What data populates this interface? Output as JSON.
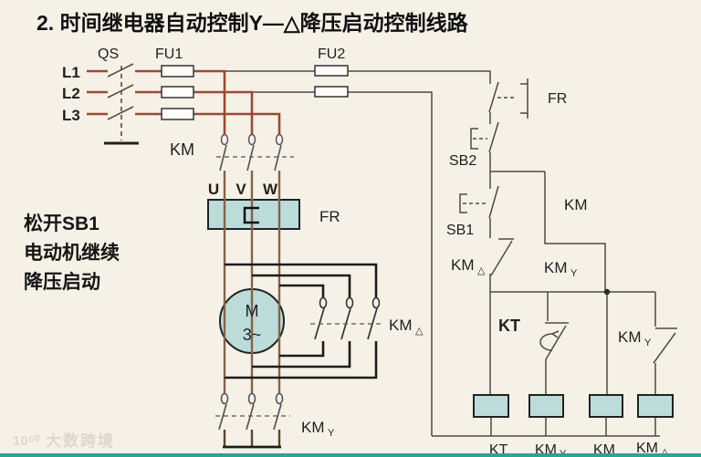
{
  "title": "2. 时间继电器自动控制Y—△降压启动控制线路",
  "side_note": {
    "line1": "松开SB1",
    "line2": "电动机继续",
    "line3": "降压启动"
  },
  "labels": {
    "l1": "L1",
    "l2": "L2",
    "l3": "L3",
    "qs": "QS",
    "fu1": "FU1",
    "fu2": "FU2",
    "km": "KM",
    "kt": "KT",
    "fr": "FR",
    "sb1": "SB1",
    "sb2": "SB2",
    "u": "U",
    "v": "V",
    "w": "W",
    "motor_m": "M",
    "motor_ph": "3~",
    "sub_delta": "△",
    "sub_y": "Y"
  },
  "watermark": {
    "logo": "10⁵⁰",
    "brand": "大数跨境"
  },
  "colors": {
    "background": "#f6f1e7",
    "wire_red": "#9e4935",
    "wire_brown": "#85644a",
    "wire_black": "#1c1c1c",
    "wire_control": "#4c4b45",
    "component_fill": "#bcdcda",
    "component_stroke": "#222222",
    "watermark": "#dcd8cf",
    "bottom_strip": "#2fa393"
  }
}
